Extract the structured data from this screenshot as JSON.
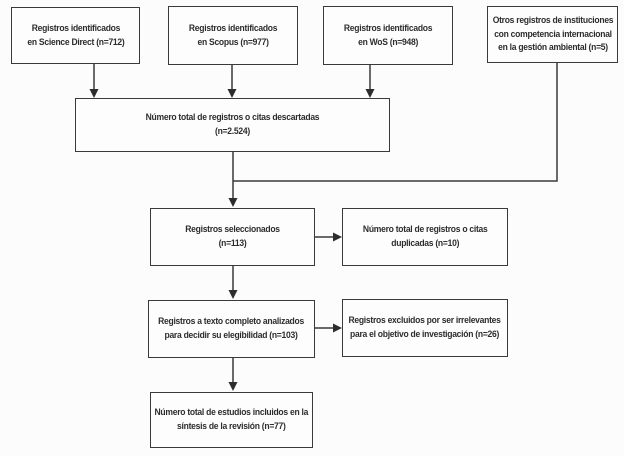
{
  "diagram": {
    "title": "flujo-prisma-revision",
    "colors": {
      "box_border": "#3a3a3a",
      "box_background": "#fdfdfd",
      "text": "#2d2d2d",
      "line": "#3a3a3a"
    },
    "boxes": {
      "science_direct": "Registros identificados\nen Science Direct (n=712)",
      "scopus": "Registros identificados\nen Scopus (n=977)",
      "wos": "Registros identificados\nen WoS (n=948)",
      "otros_registros": "Otros registros de instituciones\ncon competencia internacional\nen la gestión ambiental (n=5)",
      "descartadas": "Número total de registros o citas descartadas\n(n=2.524)",
      "seleccionados": "Registros seleccionados\n(n=113)",
      "duplicadas": "Número total de registros o citas\nduplicadas (n=10)",
      "texto_completo": "Registros a texto completo analizados\npara decidir su elegibilidad (n=103)",
      "excluidos": "Registros excluidos por ser irrelevantes\npara el objetivo de investigación (n=26)",
      "incluidos": "Número total de estudios incluidos en la\nsíntesis de la revisión (n=77)"
    },
    "values": {
      "science_direct_n": "712",
      "scopus_n": "977",
      "wos_n": "948",
      "otros_n": "5",
      "descartadas_n": "2.524",
      "seleccionados_n": "113",
      "duplicadas_n": "10",
      "texto_completo_n": "103",
      "excluidos_n": "26",
      "incluidos_n": "77"
    }
  }
}
